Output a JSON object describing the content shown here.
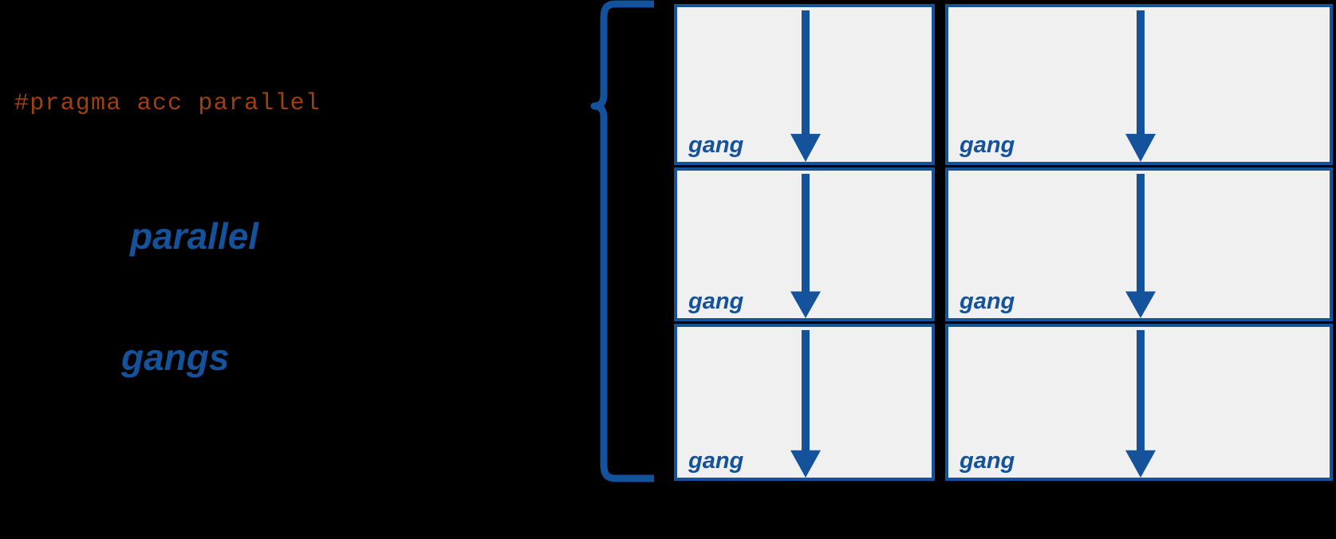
{
  "figure": {
    "background_color": "#000000",
    "accent_blue": "#14529C",
    "pragma_color": "#A0410D",
    "box_fill": "#F0F0F0"
  },
  "code": {
    "pragma": "#pragma acc parallel"
  },
  "annotations": {
    "line1": "parallel",
    "line2": "gangs"
  },
  "brace": {
    "icon": "left-curly-brace-icon",
    "color": "#14529C"
  },
  "grid": {
    "columns": 2,
    "rows": 3,
    "cells": [
      {
        "label": "gang",
        "arrow": "down-arrow-icon"
      },
      {
        "label": "gang",
        "arrow": "down-arrow-icon"
      },
      {
        "label": "gang",
        "arrow": "down-arrow-icon"
      },
      {
        "label": "gang",
        "arrow": "down-arrow-icon"
      },
      {
        "label": "gang",
        "arrow": "down-arrow-icon"
      },
      {
        "label": "gang",
        "arrow": "down-arrow-icon"
      }
    ]
  }
}
